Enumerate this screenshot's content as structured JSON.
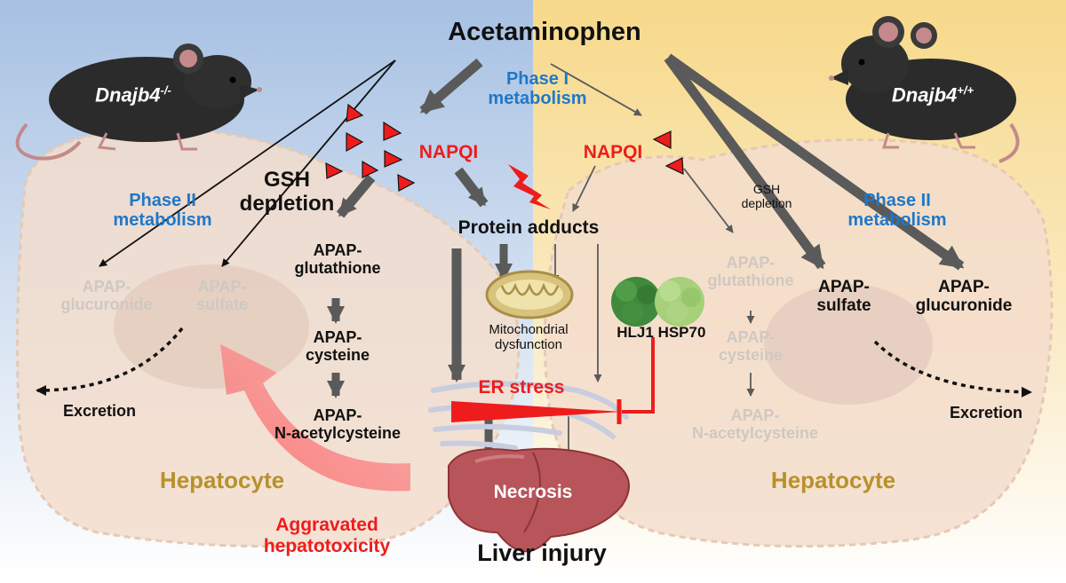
{
  "colors": {
    "left_bg": "#a9c3e4",
    "right_bg": "#f8dc93",
    "accent_red": "#ee1c1c",
    "phase_blue": "#1f78c8",
    "hepatocyte_gold": "#b8912a",
    "arrow_gray": "#5a5a5a",
    "faded_text": "#cfc8c2"
  },
  "icons": [
    "mouse-left-icon",
    "mouse-right-icon",
    "mitochondrion-icon",
    "endoplasmic-reticulum-icon",
    "liver-icon",
    "lightning-icon",
    "napqi-triangle-icon",
    "hlj1-protein-icon",
    "hsp70-protein-icon"
  ],
  "title": "Acetaminophen",
  "phase1": [
    "Phase I",
    "metabolism"
  ],
  "mouse_left": {
    "name": "Dnajb4",
    "sup": "-/-"
  },
  "mouse_right": {
    "name": "Dnajb4",
    "sup": "+/+"
  },
  "napqi": "NAPQI",
  "left": {
    "phase2": [
      "Phase II",
      "metabolism"
    ],
    "gsh_depletion": [
      "GSH",
      "depletion"
    ],
    "apap_glucuronide": [
      "APAP-",
      "glucuronide"
    ],
    "apap_sulfate": [
      "APAP-",
      "sulfate"
    ],
    "apap_glutathione": [
      "APAP-",
      "glutathione"
    ],
    "apap_cysteine": [
      "APAP-",
      "cysteine"
    ],
    "apap_nac": [
      "APAP-",
      "N-acetylcysteine"
    ],
    "excretion": "Excretion",
    "hepatocyte": "Hepatocyte",
    "aggravated": [
      "Aggravated",
      "hepatotoxicity"
    ]
  },
  "center": {
    "protein_adducts": "Protein adducts",
    "mito": [
      "Mitochondrial",
      "dysfunction"
    ],
    "er_stress": "ER stress",
    "hlj1": "HLJ1",
    "hsp70": "HSP70",
    "necrosis": "Necrosis",
    "liver_injury": "Liver injury"
  },
  "right": {
    "gsh_depletion": [
      "GSH",
      "depletion"
    ],
    "phase2": [
      "Phase II",
      "metabolism"
    ],
    "apap_glutathione": [
      "APAP-",
      "glutathione"
    ],
    "apap_cysteine": [
      "APAP-",
      "cysteine"
    ],
    "apap_nac": [
      "APAP-",
      "N-acetylcysteine"
    ],
    "apap_sulfate": [
      "APAP-",
      "sulfate"
    ],
    "apap_glucuronide": [
      "APAP-",
      "glucuronide"
    ],
    "excretion": "Excretion",
    "hepatocyte": "Hepatocyte"
  }
}
